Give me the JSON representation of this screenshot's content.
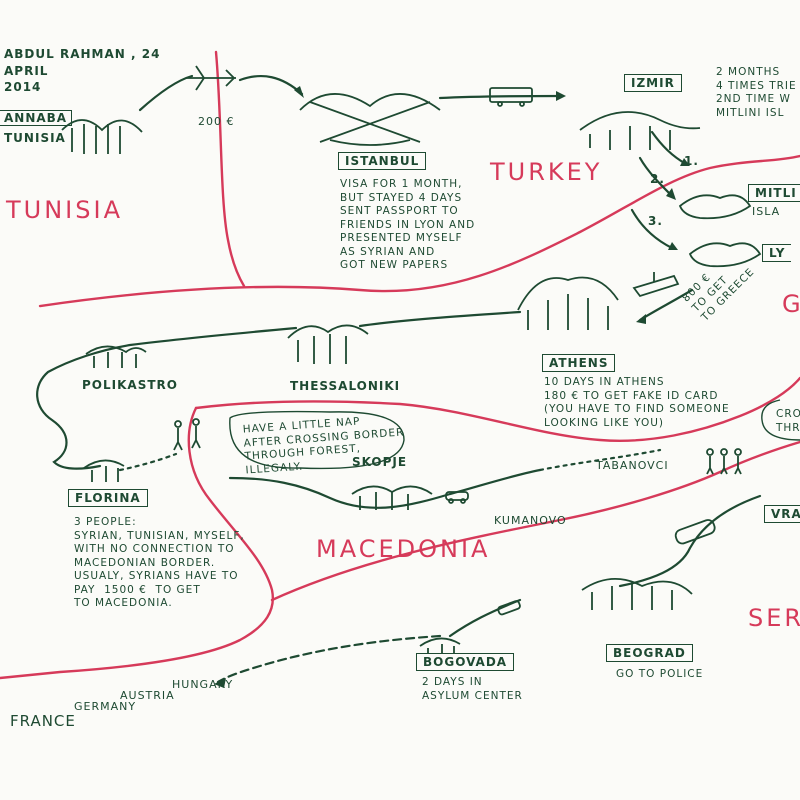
{
  "colors": {
    "ink": "#1e4a32",
    "border": "#d63a5a",
    "paper": "#fbfbf8"
  },
  "header": {
    "name": "ABDUL RAHMAN , 24",
    "month": "APRIL",
    "year": "2014"
  },
  "origin": {
    "city_line1": "ANNABA",
    "city_line2": "TUNISIA"
  },
  "flight_cost": "200 €",
  "countries": {
    "tunisia": "TUNISIA",
    "turkey": "TURKEY",
    "macedonia": "MACEDONIA",
    "serbia": "SER",
    "greece": "G"
  },
  "cities": {
    "istanbul": "ISTANBUL",
    "izmir": "IZMIR",
    "mitlini": "MITLI",
    "mitlini_sub": "ISLA",
    "lyon_island": "LY",
    "athens": "ATHENS",
    "thessaloniki": "THESSALONIKI",
    "polikastro": "POLIKASTRO",
    "florina": "FLORINA",
    "skopje": "SKOPJE",
    "kumanovo": "KUMANOVO",
    "tabanovci": "TABANOVCI",
    "vranje": "VRAN",
    "beograd": "BEOGRAD",
    "bogovada": "BOGOVADA",
    "hungary": "HUNGARY",
    "austria": "AUSTRIA",
    "germany": "GERMANY",
    "france": "FRANCE"
  },
  "notes": {
    "istanbul": "VISA FOR 1 MONTH,\nBUT STAYED 4 DAYS\nSENT PASSPORT TO\nFRIENDS IN LYON AND\nPRESENTED MYSELF\nAS SYRIAN AND\nGOT NEW PAPERS",
    "izmir": "2 MONTHS\n4 TIMES TRIE\n2ND TIME W\nMITLINI ISL",
    "boat_cost": "800 €\nTO GET\nTO GREECE",
    "athens": "10 DAYS IN ATHENS\n180 € TO GET FAKE ID CARD\n(YOU HAVE TO FIND SOMEONE\nLOOKING LIKE YOU)",
    "nap": "HAVE A LITTLE NAP\nAFTER CROSSING BORDER\nTHROUGH FOREST,\nILLEGALY.",
    "florina": "3 PEOPLE:\nSYRIAN, TUNISIAN, MYSELF,\nWITH NO CONNECTION TO\nMACEDONIAN BORDER.\nUSUALY, SYRIANS HAVE TO\nPAY  1500 €  TO GET\nTO MACEDONIA.",
    "crossing": "CROS\nTHRO",
    "bogovada": "2 DAYS IN\nASYLUM CENTER",
    "beograd": "GO TO POLICE"
  },
  "route_steps": [
    "1.",
    "2.",
    "3."
  ]
}
